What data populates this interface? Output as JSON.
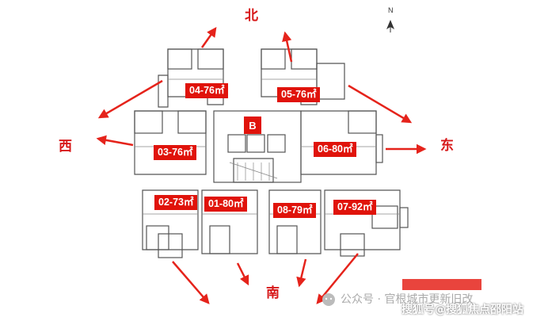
{
  "directions": {
    "north": "北",
    "south": "南",
    "east": "东",
    "west": "西"
  },
  "core_label": "B",
  "units": [
    {
      "id": "04",
      "label": "04-76㎡"
    },
    {
      "id": "05",
      "label": "05-76㎡"
    },
    {
      "id": "03",
      "label": "03-76㎡"
    },
    {
      "id": "06",
      "label": "06-80㎡"
    },
    {
      "id": "02",
      "label": "02-73㎡"
    },
    {
      "id": "01",
      "label": "01-80㎡"
    },
    {
      "id": "08",
      "label": "08-79㎡"
    },
    {
      "id": "07",
      "label": "07-92㎡"
    }
  ],
  "watermark": {
    "account": "搜狐号@搜狐焦点邵阳站",
    "channel": "公众号 · 官根城市更新旧改"
  },
  "colors": {
    "label_bg": "#e0130b",
    "arrow": "#e5231b",
    "direction_text": "#d7191a",
    "wall": "#444444"
  },
  "icons": [
    "north-arrow-icon",
    "wechat-icon"
  ]
}
